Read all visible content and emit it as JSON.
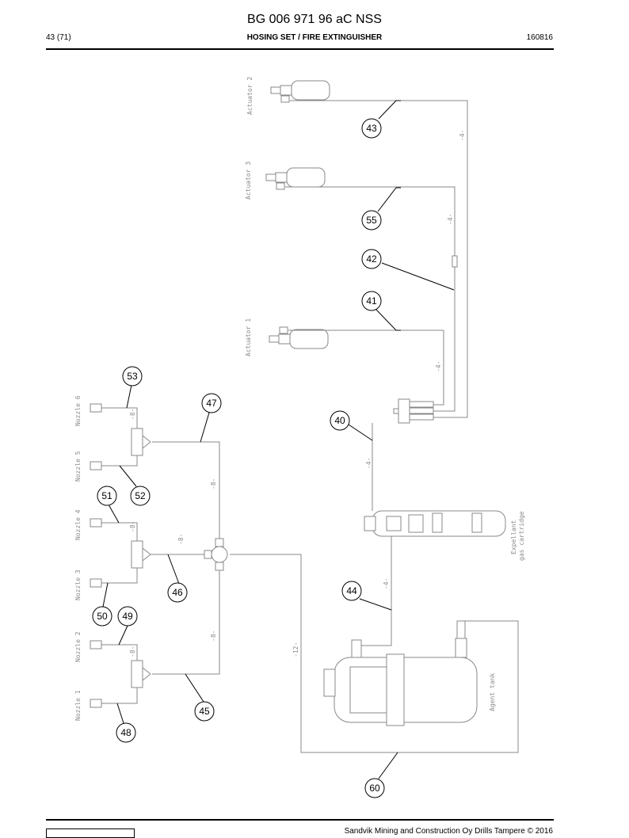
{
  "header": {
    "title": "BG 006 971 96 aC NSS",
    "page": "43 (71)",
    "section": "HOSING SET / FIRE EXTINGUISHER",
    "date": "160816"
  },
  "footer": {
    "copyright": "Sandvik Mining and Construction Oy Drills Tampere © 2016"
  },
  "labels": {
    "actuator2": "Actuator 2",
    "actuator3": "Actuator 3",
    "actuator1": "Actuator 1",
    "nozzle6": "Nozzle 6",
    "nozzle5": "Nozzle 5",
    "nozzle4": "Nozzle 4",
    "nozzle3": "Nozzle 3",
    "nozzle2": "Nozzle 2",
    "nozzle1": "Nozzle 1",
    "expellant": "Expellant",
    "gas_cartridge": "gas cartridge",
    "agent_tank": "Agent tank",
    "hose4": "-4-",
    "hose8": "-8-",
    "hose12": "-12-"
  },
  "callouts": [
    "43",
    "55",
    "42",
    "41",
    "53",
    "47",
    "40",
    "51",
    "52",
    "46",
    "44",
    "50",
    "49",
    "45",
    "48",
    "60"
  ]
}
